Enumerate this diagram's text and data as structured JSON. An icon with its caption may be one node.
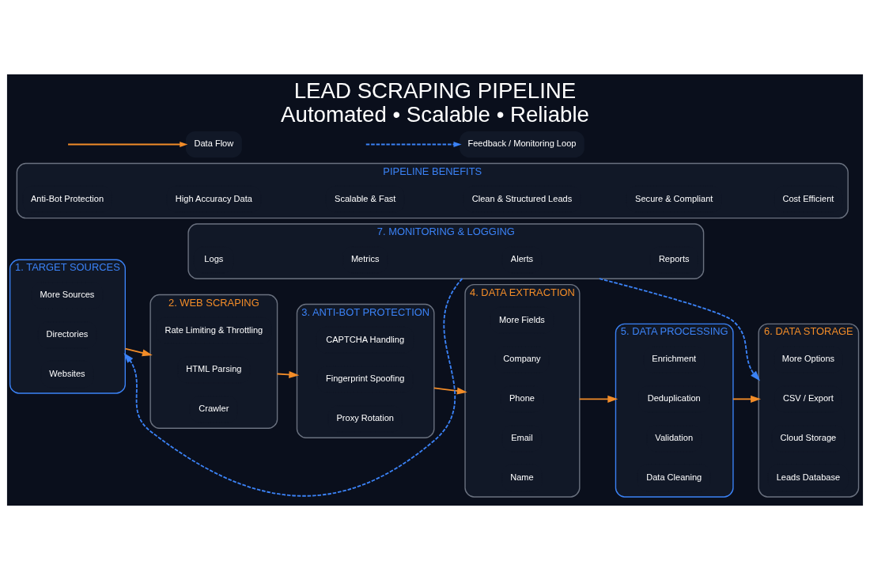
{
  "diagram": {
    "title": "LEAD SCRAPING PIPELINE",
    "caption": "Automated • Scalable • Reliable",
    "nodes": [
      {
        "text": [
          "1. TARGET SOURCES"
        ]
      },
      {
        "text": [
          "Websites"
        ],
        "in": 0
      },
      {
        "text": [
          "Directories"
        ],
        "in": 0
      },
      {
        "text": [
          "More Sources"
        ],
        "in": 0
      },
      {
        "text": [
          "2. WEB SCRAPING"
        ]
      },
      {
        "text": [
          "Crawler"
        ],
        "in": 4
      },
      {
        "text": [
          "HTML Parsing"
        ],
        "in": 4
      },
      {
        "text": [
          "Rate Limiting & Throttling"
        ],
        "in": 4
      },
      {
        "text": [
          "3. ANTI-BOT PROTECTION"
        ]
      },
      {
        "text": [
          "Proxy Rotation"
        ],
        "in": 8
      },
      {
        "text": [
          "Fingerprint Spoofing"
        ],
        "in": 8
      },
      {
        "text": [
          "CAPTCHA Handling"
        ],
        "in": 8
      },
      {
        "text": [
          "4. DATA EXTRACTION"
        ]
      },
      {
        "text": [
          "Name"
        ],
        "in": 12
      },
      {
        "text": [
          "Email"
        ],
        "in": 12
      },
      {
        "text": [
          "Phone"
        ],
        "in": 12
      },
      {
        "text": [
          "Company"
        ],
        "in": 12
      },
      {
        "text": [
          "More Fields"
        ],
        "in": 12
      },
      {
        "text": [
          "5. DATA PROCESSING"
        ]
      },
      {
        "text": [
          "Data Cleaning"
        ],
        "in": 18
      },
      {
        "text": [
          "Validation"
        ],
        "in": 18
      },
      {
        "text": [
          "Deduplication"
        ],
        "in": 18
      },
      {
        "text": [
          "Enrichment"
        ],
        "in": 18
      },
      {
        "text": [
          "6. DATA STORAGE"
        ]
      },
      {
        "text": [
          "Leads Database"
        ],
        "in": 23
      },
      {
        "text": [
          "Cloud Storage"
        ],
        "in": 23
      },
      {
        "text": [
          "CSV / Export"
        ],
        "in": 23
      },
      {
        "text": [
          "More Options"
        ],
        "in": 23
      },
      {
        "text": [
          "7. MONITORING & LOGGING"
        ]
      },
      {
        "text": [
          "Logs"
        ],
        "in": 28
      },
      {
        "text": [
          "Metrics"
        ],
        "in": 28
      },
      {
        "text": [
          "Alerts"
        ],
        "in": 28
      },
      {
        "text": [
          "Reports"
        ],
        "in": 28
      },
      {
        "text": [
          "PIPELINE BENEFITS"
        ]
      },
      {
        "text": [
          "Anti-Bot Protection"
        ],
        "in": 33
      },
      {
        "text": [
          "High Accuracy Data"
        ],
        "in": 33
      },
      {
        "text": [
          "Scalable & Fast"
        ],
        "in": 33
      },
      {
        "text": [
          "Clean & Structured Leads"
        ],
        "in": 33
      },
      {
        "text": [
          "Secure & Compliant"
        ],
        "in": 33
      },
      {
        "text": [
          "Cost Efficient"
        ],
        "in": 33
      }
    ],
    "edges": [
      {
        "from": 0,
        "to": 4,
        "arrow": "to"
      },
      {
        "from": 4,
        "to": 8,
        "arrow": "to"
      },
      {
        "from": 8,
        "to": 12,
        "arrow": "to"
      },
      {
        "from": 12,
        "to": 18,
        "arrow": "to"
      },
      {
        "from": 18,
        "to": 23,
        "arrow": "to"
      },
      {
        "from": 28,
        "to": 0,
        "arrow": "to",
        "style": "dashed",
        "color": "#3b82f6"
      },
      {
        "from": 28,
        "to": 23,
        "arrow": "to",
        "style": "dashed",
        "color": "#3b82f6"
      }
    ],
    "legend": [
      {
        "text": "Data Flow"
      },
      {
        "text": "Feedback / Monitoring Loop"
      }
    ]
  }
}
